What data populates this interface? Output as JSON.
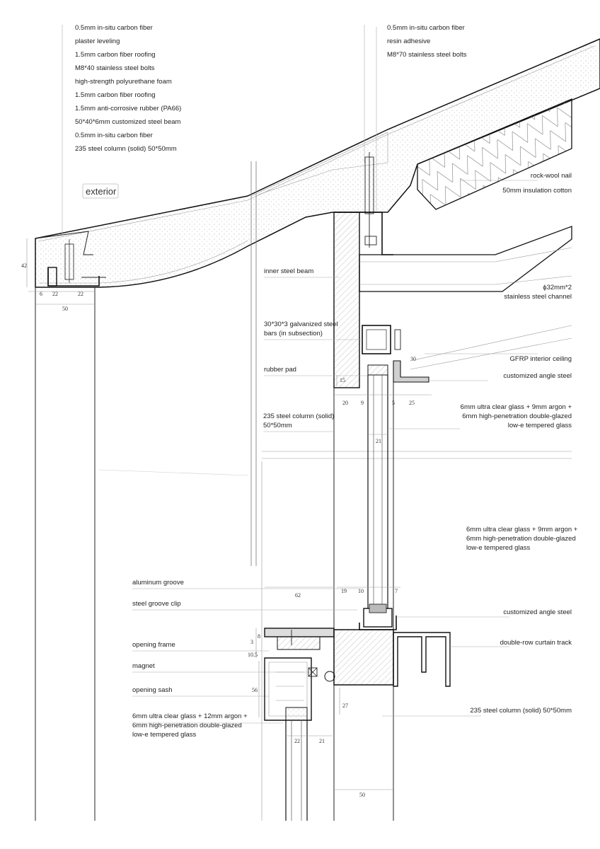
{
  "labels": {
    "top_left": [
      "0.5mm in-situ carbon fiber",
      "plaster leveling",
      "1.5mm carbon fiber roofing",
      "M8*40 stainless steel bolts",
      "high-strength polyurethane foam",
      "1.5mm carbon fiber roofing",
      "1.5mm anti-corrosive rubber (PA66)",
      "50*40*6mm customized steel beam",
      "0.5mm in-situ carbon fiber",
      "235 steel column (solid) 50*50mm"
    ],
    "top_mid": [
      "0.5mm in-situ carbon fiber",
      "resin adhesive",
      "M8*70 stainless steel bolts"
    ],
    "exterior": "exterior",
    "rock_wool_nail": "rock-wool nail",
    "insulation": "50mm insulation cotton",
    "inner_beam": "inner steel beam",
    "channel_1": "ϕ32mm*2",
    "channel_2": "stainless steel channel",
    "bars_1": "30*30*3 galvanized steel",
    "bars_2": "bars (in subsection)",
    "gfrp": "GFRP interior ceiling",
    "rubber_pad": "rubber pad",
    "angle_steel_1": "customized angle steel",
    "column_mid_1": "235 steel column (solid)",
    "column_mid_2": "50*50mm",
    "glass_a": [
      "6mm ultra clear glass + 9mm argon +",
      "6mm high-penetration double-glazed",
      "low-e tempered glass"
    ],
    "glass_b": [
      "6mm ultra clear glass + 9mm argon +",
      "6mm high-penetration double-glazed",
      "low-e tempered glass"
    ],
    "aluminum_groove": "aluminum groove",
    "steel_groove_clip": "steel groove clip",
    "angle_steel_2": "customized angle steel",
    "opening_frame": "opening frame",
    "curtain_track": "double-row curtain track",
    "magnet": "magnet",
    "opening_sash": "opening sash",
    "column_bottom": "235 steel column (solid) 50*50mm",
    "glass_c": [
      "6mm ultra clear glass + 12mm argon +",
      "6mm high-penetration double-glazed",
      "low-e tempered glass"
    ]
  },
  "dims": {
    "eave_h": "42",
    "eave_6": "6",
    "eave_22a": "22",
    "eave_22b": "22",
    "eave_50": "50",
    "d30": "30",
    "d15": "15",
    "d20": "20",
    "d9": "9",
    "d5": "5",
    "d25": "25",
    "d21a": "21",
    "d62": "62",
    "d19": "19",
    "d10": "10",
    "d7": "7",
    "d3": "3",
    "d8": "8",
    "d10_5": "10.5",
    "d56": "56",
    "d27": "27",
    "d22": "22",
    "d21b": "21",
    "d50_bottom": "50"
  }
}
